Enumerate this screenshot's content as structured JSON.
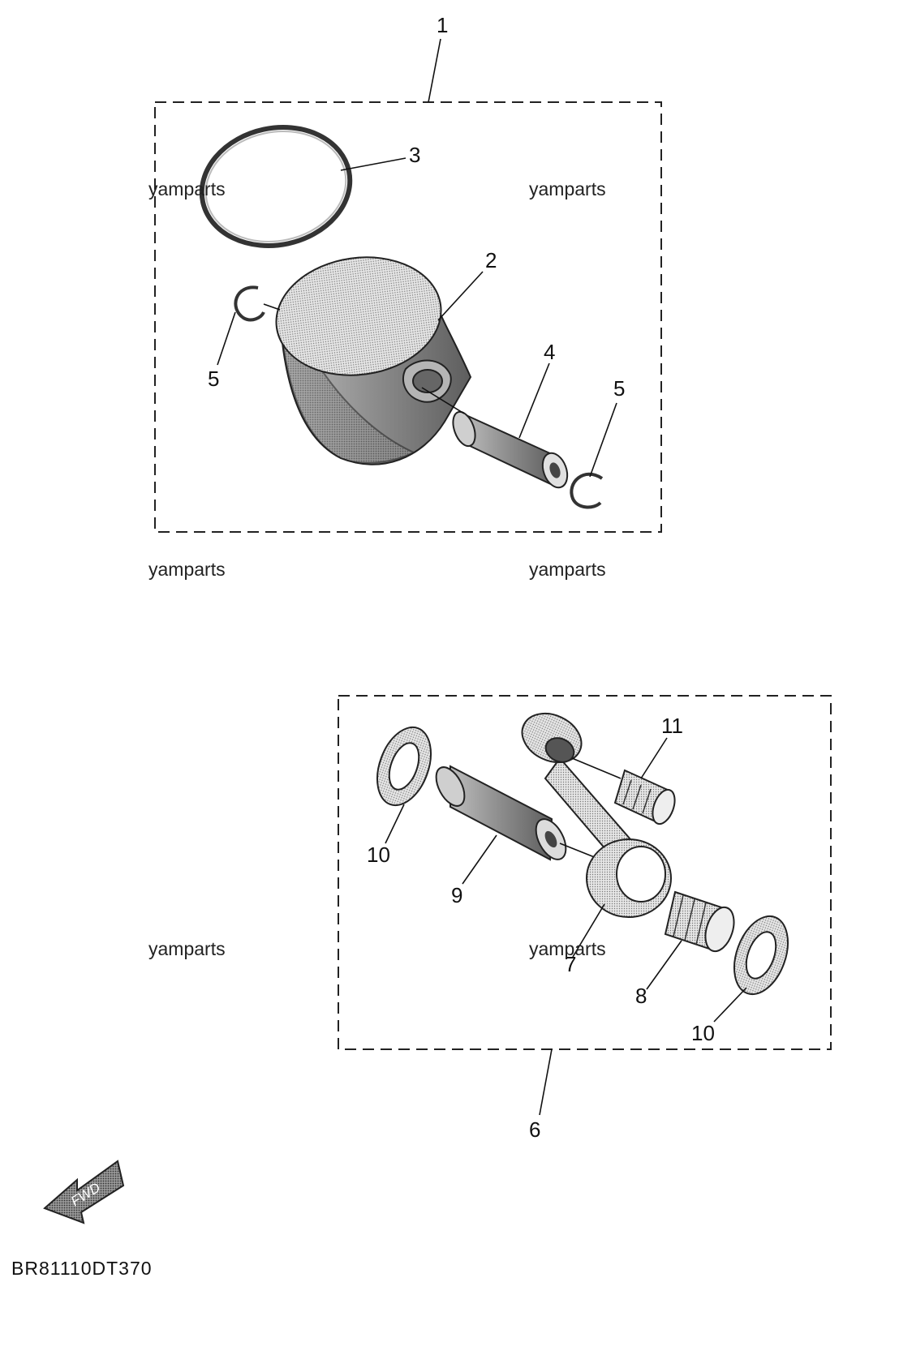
{
  "callouts": {
    "c1": "1",
    "c2": "2",
    "c3": "3",
    "c4": "4",
    "c5a": "5",
    "c5b": "5",
    "c6": "6",
    "c7": "7",
    "c8": "8",
    "c9": "9",
    "c10a": "10",
    "c10b": "10",
    "c11": "11"
  },
  "watermarks": [
    "yamparts",
    "yamparts",
    "yamparts",
    "yamparts",
    "yamparts",
    "yamparts"
  ],
  "fwd_label": "FWD",
  "diagram_code": "BR81110DT370",
  "colors": {
    "part_fill_light": "#d9d9d9",
    "part_fill_dark": "#8a8a8a",
    "line": "#222222"
  }
}
